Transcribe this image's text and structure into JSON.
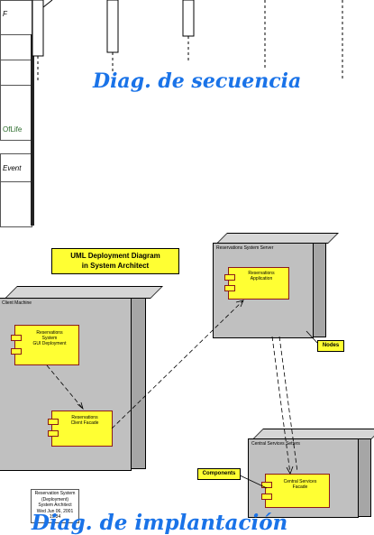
{
  "sequence_fragment": {
    "label_top": "F",
    "label_green": "OfLife",
    "label_event": "Event",
    "caption": "Diag. de secuencia"
  },
  "deployment": {
    "title_line1": "UML Deployment Diagram",
    "title_line2": "in System Architect",
    "nodes": {
      "server": "Reservations System Server",
      "client": "Client Machine",
      "central": "Central Services Setters"
    },
    "components": {
      "app_line1": "Reservations",
      "app_line2": "Application",
      "gui_line1": "Reservations",
      "gui_line2": "System",
      "gui_line3": "GUI Deployment",
      "facade_line1": "Reservations",
      "facade_line2": "Client Facade",
      "central_line1": "Central Services",
      "central_line2": "Facade"
    },
    "callouts": {
      "nodes": "Nodes",
      "components": "Components"
    },
    "info_box": {
      "line1": "Reservation System",
      "line2": "(Deployment)",
      "line3": "System Architect",
      "line4": "Wed Jun 06, 2001",
      "line5": "19:34"
    },
    "caption": "Diag. de implantación"
  }
}
